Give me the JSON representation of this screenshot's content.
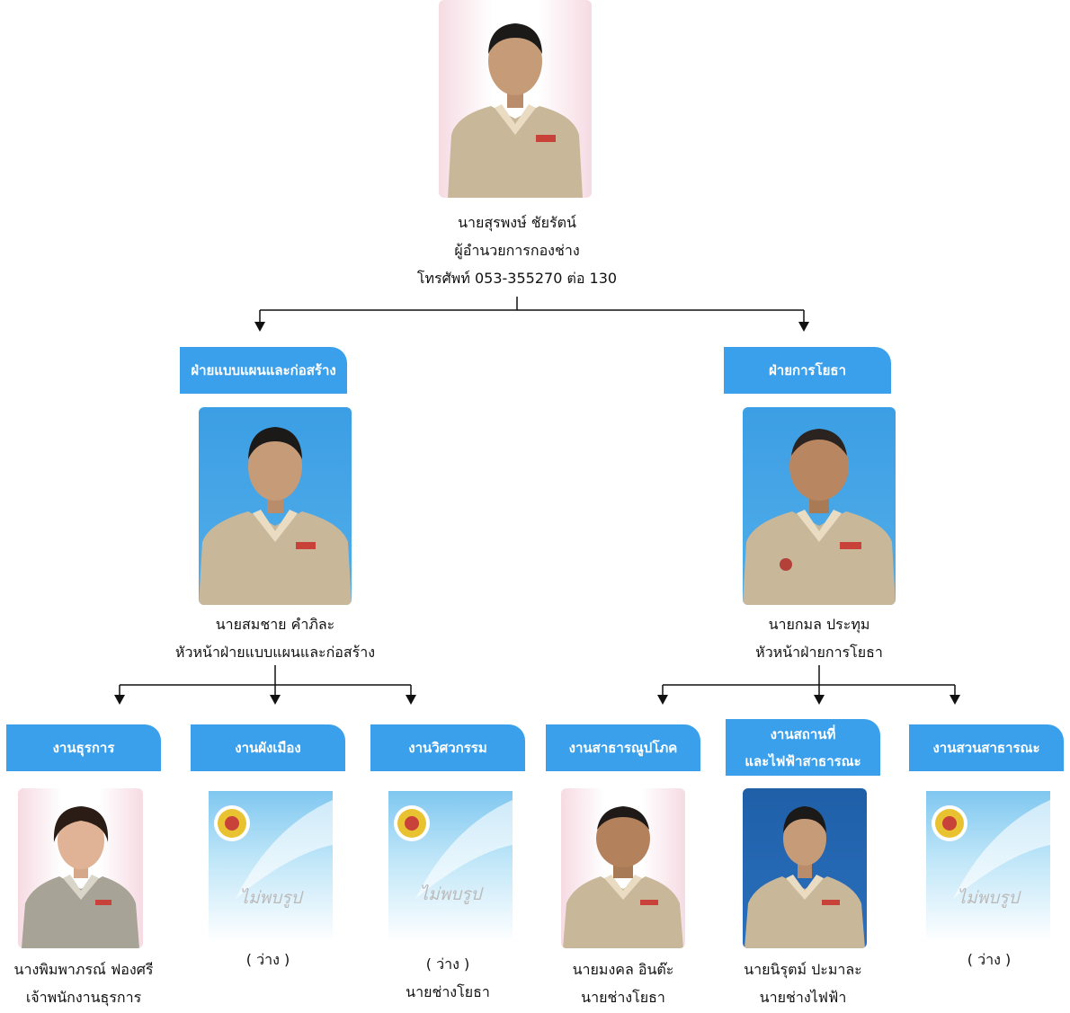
{
  "director": {
    "name": "นายสุรพงษ์  ชัยรัตน์",
    "title": "ผู้อำนวยการกองช่าง",
    "phone": "โทรศัพท์ 053-355270 ต่อ 130"
  },
  "divisions": [
    {
      "label": "ฝ่ายแบบแผนและก่อสร้าง",
      "head_name": "นายสมชาย คำภิละ",
      "head_title": "หัวหน้าฝ่ายแบบแผนและก่อสร้าง"
    },
    {
      "label": "ฝ่ายการโยธา",
      "head_name": "นายกมล ประทุม",
      "head_title": "หัวหน้าฝ่ายการโยธา"
    }
  ],
  "sections": [
    {
      "label_1": "งานธุรการ",
      "label_2": "",
      "line1": "นางพิมพาภรณ์ ฟองศรี",
      "line2": "เจ้าพนักงานธุรการ",
      "vacant_caption": ""
    },
    {
      "label_1": "งานผังเมือง",
      "label_2": "",
      "line1": "( ว่าง )",
      "line2": "",
      "vacant_caption": "ไม่พบรูป"
    },
    {
      "label_1": "งานวิศวกรรม",
      "label_2": "",
      "line1": "( ว่าง )",
      "line2": "นายช่างโยธา",
      "vacant_caption": "ไม่พบรูป"
    },
    {
      "label_1": "งานสาธารณูปโภค",
      "label_2": "",
      "line1": "นายมงคล  อินต๊ะ",
      "line2": "นายช่างโยธา",
      "vacant_caption": ""
    },
    {
      "label_1": "งานสถานที่",
      "label_2": "และไฟฟ้าสาธารณะ",
      "line1": "นายนิรุตม์  ปะมาละ",
      "line2": "นายช่างไฟฟ้า",
      "vacant_caption": ""
    },
    {
      "label_1": "งานสวนสาธารณะ",
      "label_2": "",
      "line1": "( ว่าง )",
      "line2": "",
      "vacant_caption": "ไม่พบรูป"
    }
  ],
  "colors": {
    "department_blue": "#3aa0ec",
    "connector": "#111111"
  }
}
